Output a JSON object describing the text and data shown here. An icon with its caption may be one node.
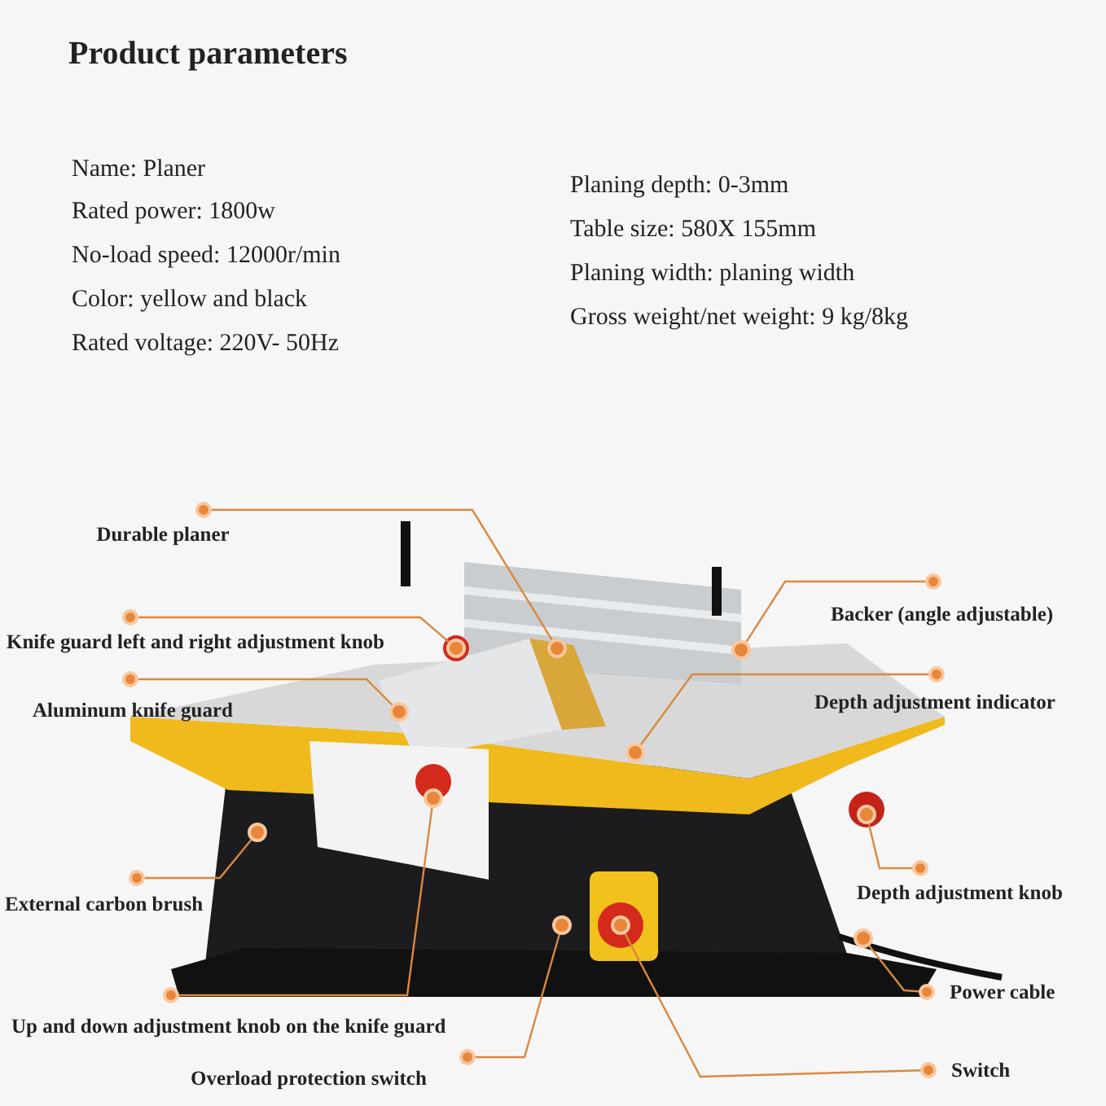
{
  "diagram": {
    "title": "Product parameters",
    "nodes": [
      {
        "text": [
          "Durable planer"
        ]
      },
      {
        "text": [
          "Knife guard left and right adjustment knob"
        ]
      },
      {
        "text": [
          "Aluminum knife guard"
        ]
      },
      {
        "text": [
          "External carbon brush"
        ]
      },
      {
        "text": [
          "Up and down adjustment knob on the knife guard"
        ]
      },
      {
        "text": [
          "Overload protection switch"
        ]
      },
      {
        "text": [
          "Backer (angle adjustable)"
        ]
      },
      {
        "text": [
          "Depth adjustment indicator"
        ]
      },
      {
        "text": [
          "Depth adjustment knob"
        ]
      },
      {
        "text": [
          "Power cable"
        ]
      },
      {
        "text": [
          "Switch"
        ]
      },
      {
        "text": [],
        "shape": "circle"
      },
      {
        "text": [],
        "shape": "circle"
      },
      {
        "text": [],
        "shape": "circle"
      },
      {
        "text": [],
        "shape": "circle"
      },
      {
        "text": [],
        "shape": "circle"
      },
      {
        "text": [],
        "shape": "circle"
      },
      {
        "text": [],
        "shape": "circle"
      },
      {
        "text": [],
        "shape": "circle"
      },
      {
        "text": [],
        "shape": "circle"
      },
      {
        "text": [],
        "shape": "circle"
      },
      {
        "text": [],
        "shape": "circle"
      }
    ],
    "edges": [
      {
        "from": 0,
        "to": 11,
        "arrow": "other"
      },
      {
        "from": 1,
        "to": 12,
        "arrow": "other"
      },
      {
        "from": 2,
        "to": 13,
        "arrow": "other"
      },
      {
        "from": 3,
        "to": 14,
        "arrow": "other"
      },
      {
        "from": 4,
        "to": 15,
        "arrow": "other"
      },
      {
        "from": 5,
        "to": 16,
        "arrow": "other"
      },
      {
        "from": 6,
        "to": 17,
        "arrow": "other"
      },
      {
        "from": 7,
        "to": 18,
        "arrow": "other"
      },
      {
        "from": 8,
        "to": 19,
        "arrow": "other"
      },
      {
        "from": 9,
        "to": 20,
        "arrow": "other"
      },
      {
        "from": 10,
        "to": 21,
        "arrow": "other"
      }
    ],
    "labels": [
      "Name: Planer",
      "Rated power: 1800w",
      "No-load speed: 12000r/min",
      "Color: yellow and black",
      "Rated voltage: 220V- 50Hz",
      "Planing depth: 0-3mm",
      "Table size: 580X 155mm",
      "Planing width: planing width",
      "Gross weight/net weight: 9 kg/8kg"
    ]
  }
}
